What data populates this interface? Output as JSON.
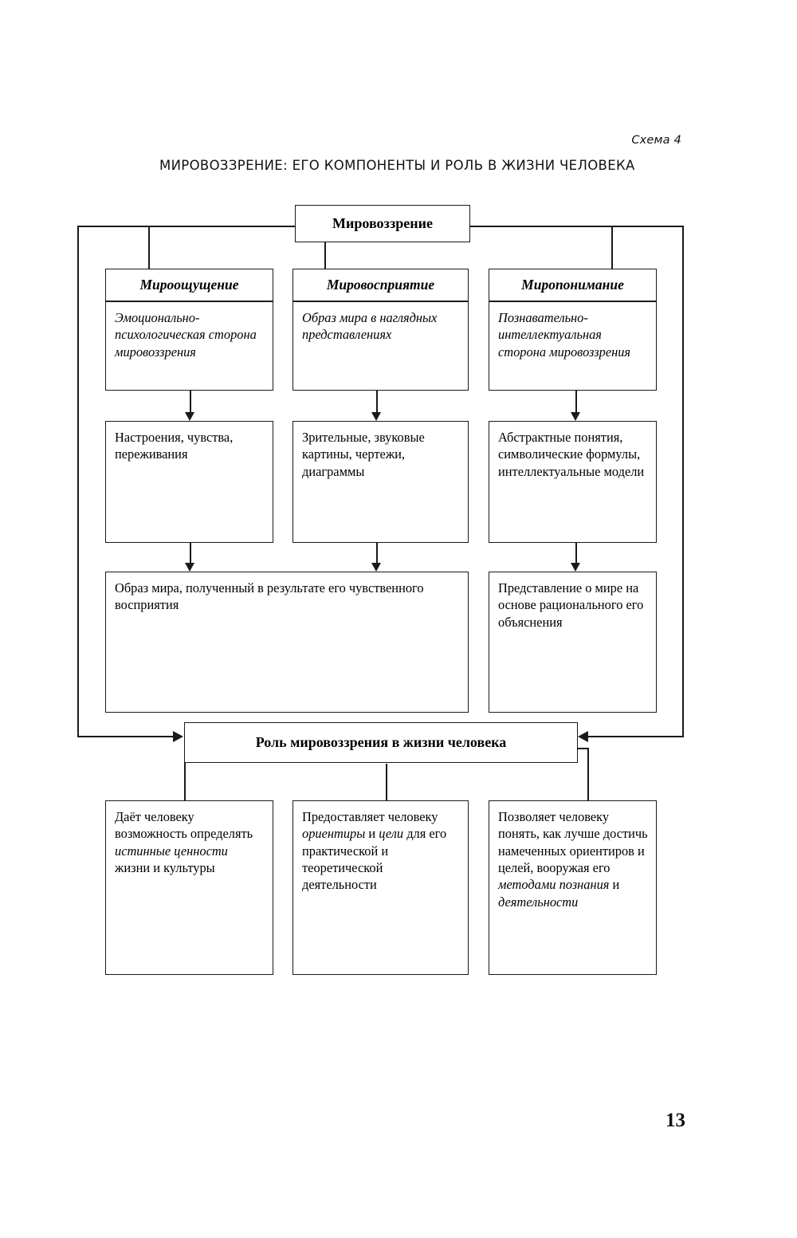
{
  "document": {
    "scheme_label": "Схема 4",
    "title": "МИРОВОЗЗРЕНИЕ: ЕГО КОМПОНЕНТЫ И РОЛЬ В ЖИЗНИ ЧЕЛОВЕКА",
    "page_number": "13"
  },
  "diagram": {
    "root": {
      "label": "Мировоззрение"
    },
    "columns": [
      {
        "header": "Мироощущение",
        "definition": "Эмоционально-психологическая сторона мировоззрения",
        "detail": "Настроения, чувства, переживания"
      },
      {
        "header": "Мировосприятие",
        "definition": "Образ мира в наглядных представлениях",
        "detail": "Зрительные, звуковые картины, чертежи, диаграммы"
      },
      {
        "header": "Миропонимание",
        "definition": "Познавательно-интеллектуальная сторона мировоззрения",
        "detail": "Абстрактные понятия, символические формулы, интеллектуальные модели"
      }
    ],
    "results": [
      {
        "text": "Образ мира, полученный в результате его чувственного восприятия"
      },
      {
        "text": "Представление о мире на основе рационального его объяснения"
      }
    ],
    "role_bar": {
      "label": "Роль мировоззрения в жизни человека"
    },
    "roles": [
      {
        "parts": [
          {
            "text": "Даёт человеку возможность определять ",
            "italic": false
          },
          {
            "text": "истинные ценности ",
            "italic": true
          },
          {
            "text": "жизни и культуры",
            "italic": false
          }
        ]
      },
      {
        "parts": [
          {
            "text": "Предоставляет человеку ",
            "italic": false
          },
          {
            "text": "ориентиры ",
            "italic": true
          },
          {
            "text": "и ",
            "italic": false
          },
          {
            "text": "цели ",
            "italic": true
          },
          {
            "text": "для его практической и теоретической деятельности",
            "italic": false
          }
        ]
      },
      {
        "parts": [
          {
            "text": "Позволяет человеку понять, как лучше достичь намеченных ориентиров и целей, вооружая его ",
            "italic": false
          },
          {
            "text": "методами познания ",
            "italic": true
          },
          {
            "text": "и ",
            "italic": false
          },
          {
            "text": "деятельности",
            "italic": true
          }
        ]
      }
    ]
  },
  "colors": {
    "ink": "#1a1a1a",
    "paper": "#ffffff"
  }
}
